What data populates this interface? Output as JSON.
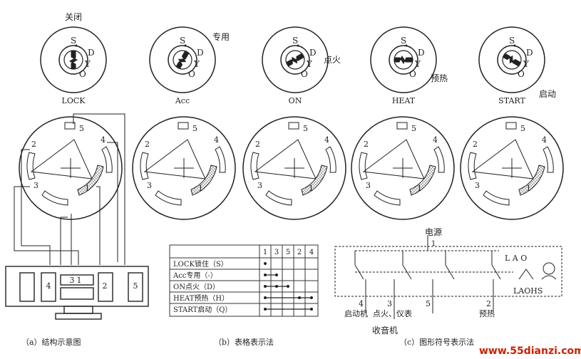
{
  "key_states": [
    {
      "label": "LOCK",
      "top_note": "关闭",
      "side_note": ""
    },
    {
      "label": "Acc",
      "top_note": "",
      "side_note": "专用"
    },
    {
      "label": "ON",
      "top_note": "",
      "side_note": "点火"
    },
    {
      "label": "HEAT",
      "top_note": "",
      "side_note": "预热"
    },
    {
      "label": "START",
      "top_note": "",
      "side_note": "启动"
    }
  ],
  "dial_letters": {
    "s": "S",
    "d": "D",
    "y": "Y",
    "o": "O"
  },
  "terminal_numbers": [
    "1",
    "2",
    "3",
    "4",
    "5"
  ],
  "connector_numbers": [
    "4",
    "3",
    "1",
    "2",
    "5"
  ],
  "table": {
    "col_headers": [
      "1",
      "3",
      "5",
      "2",
      "4"
    ],
    "rows": [
      {
        "label": "LOCK锁住（S）"
      },
      {
        "label": "Acc专用（-）"
      },
      {
        "label": "ON点火（D）"
      },
      {
        "label": "HEAT预热（H）"
      },
      {
        "label": "START启动（Q）"
      }
    ]
  },
  "symbol": {
    "power_label": "电源",
    "power_num": "1",
    "switch_letters": "L A O",
    "switch_code": "LAOHS",
    "outputs": [
      {
        "num": "4",
        "label": "启动机"
      },
      {
        "num": "3",
        "label": "点火、仪表"
      },
      {
        "num": "5",
        "label": ""
      },
      {
        "num": "2",
        "label": "预热"
      }
    ],
    "radio_label": "收音机"
  },
  "captions": {
    "a": "（a）结构示意图",
    "b": "（b）表格表示法",
    "c": "（c）图形符号表示法"
  },
  "watermark": "www.55dianzi.com"
}
